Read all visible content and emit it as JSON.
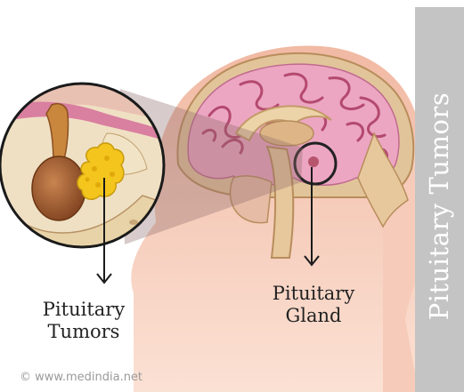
{
  "labels": {
    "tumors_line1": "Pituitary",
    "tumors_line2": "Tumors",
    "gland_line1": "Pituitary",
    "gland_line2": "Gland"
  },
  "side_title": "Pituitary Tumors",
  "watermark": "© www.medindia.net",
  "colors": {
    "skin": "#f3c1ad",
    "skin_light": "#fbe4d8",
    "brain": "#e8a0bd",
    "brain_fold": "#b4496e",
    "bone": "#d8b98e",
    "tumor": "#f4c51d",
    "gland": "#9e5a2e",
    "banner": "#c4c4c4"
  }
}
